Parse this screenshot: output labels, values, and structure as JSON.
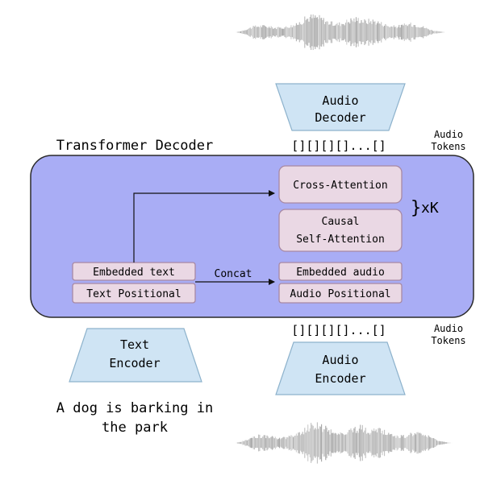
{
  "transformer": {
    "title": "Transformer Decoder",
    "repeat": "xK"
  },
  "blocks": {
    "cross_attention": "Cross-Attention",
    "causal_line1": "Causal",
    "causal_line2": "Self-Attention",
    "embedded_text": "Embedded text",
    "text_positional": "Text Positional",
    "embedded_audio": "Embedded audio",
    "audio_positional": "Audio Positional",
    "concat": "Concat"
  },
  "decoder": {
    "line1": "Audio",
    "line2": "Decoder"
  },
  "encoder_text": {
    "line1": "Text",
    "line2": "Encoder"
  },
  "encoder_audio": {
    "line1": "Audio",
    "line2": "Encoder"
  },
  "tokens": {
    "sequence": "[][][][]...[]",
    "label_line1": "Audio",
    "label_line2": "Tokens"
  },
  "caption": {
    "line1": "A dog is barking in",
    "line2": "the park"
  },
  "colors": {
    "decoder_fill": "#a9adf5",
    "decoder_stroke": "#2a2a2a",
    "block_fill": "#ead8e4",
    "block_stroke": "#a889a3",
    "encoder_fill": "#cfe4f4",
    "encoder_stroke": "#8db2cc",
    "wave": "#9a9a9a"
  },
  "icons": {
    "top_wave": "waveform-icon",
    "bottom_wave": "waveform-icon"
  }
}
